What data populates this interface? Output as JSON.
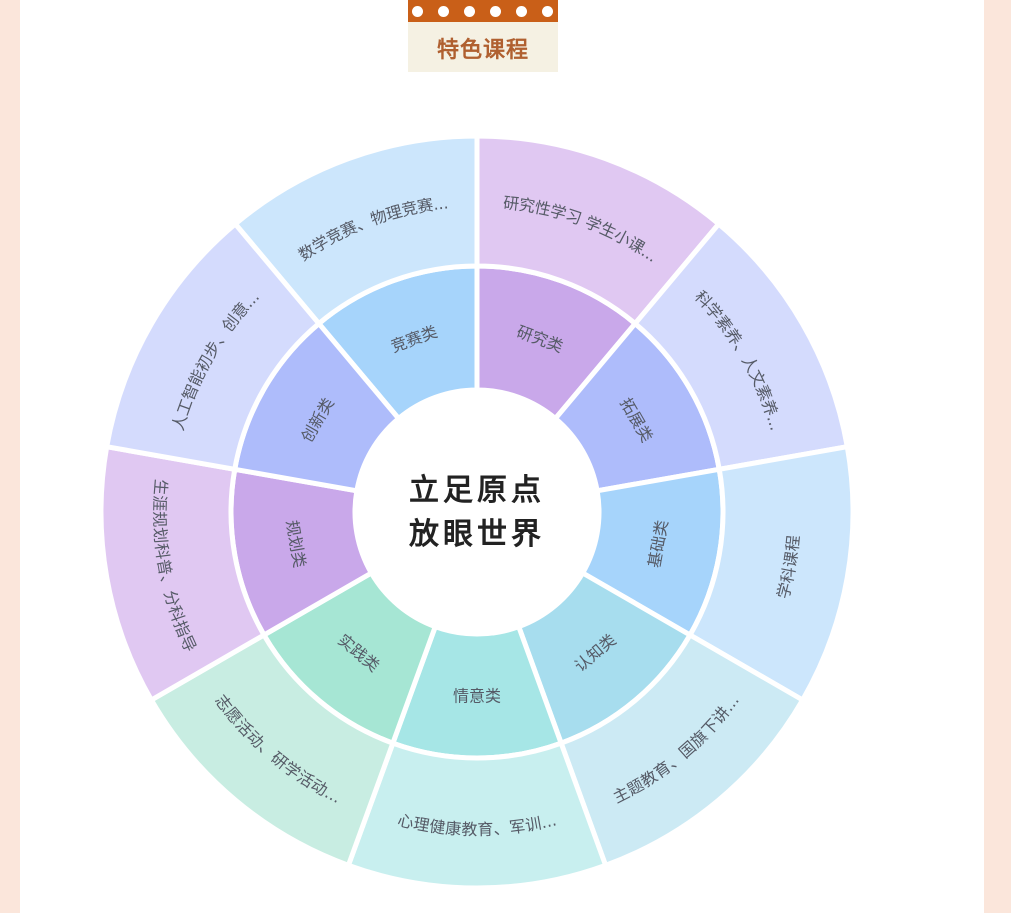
{
  "title": "特色课程",
  "center": {
    "line1": "立足原点",
    "line2": "放眼世界"
  },
  "segments": [
    {
      "inner": "竞赛类",
      "outer": "数学竞赛、物理竞赛...",
      "inner_color": "#a6d4fb",
      "outer_color": "#cce6fc"
    },
    {
      "inner": "研究类",
      "outer": "研究性学习 学生小课...",
      "inner_color": "#c9a8ea",
      "outer_color": "#e0c8f2"
    },
    {
      "inner": "拓展类",
      "outer": "科学素养、人文素养...",
      "inner_color": "#aebcfb",
      "outer_color": "#d4dbfd"
    },
    {
      "inner": "基础类",
      "outer": "学科课程",
      "inner_color": "#a6d4fb",
      "outer_color": "#cce6fc"
    },
    {
      "inner": "认知类",
      "outer": "主题教育、国旗下讲...",
      "inner_color": "#a7ddee",
      "outer_color": "#cceaf4"
    },
    {
      "inner": "情意类",
      "outer": "心理健康教育、军训...",
      "inner_color": "#a6e6e6",
      "outer_color": "#c8efef"
    },
    {
      "inner": "实践类",
      "outer": "志愿活动、研学活动...",
      "inner_color": "#a6e6d4",
      "outer_color": "#c8ede2"
    },
    {
      "inner": "规划类",
      "outer": "生涯规划科普、分科指导",
      "inner_color": "#c9a8ea",
      "outer_color": "#e0c8f2"
    },
    {
      "inner": "创新类",
      "outer": "人工智能初步、创意...",
      "inner_color": "#aebcfb",
      "outer_color": "#d4dbfd"
    }
  ]
}
